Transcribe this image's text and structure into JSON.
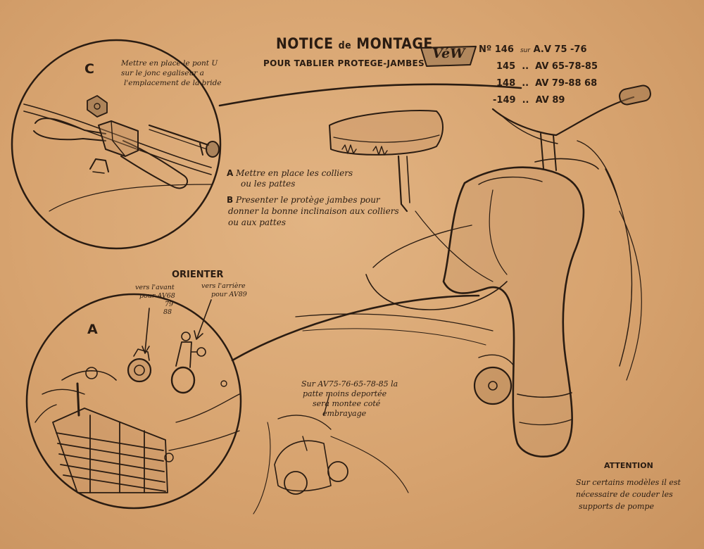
{
  "header": {
    "title_notice": "NOTICE",
    "title_de": "de",
    "title_montage": "MONTAGE",
    "subtitle": "POUR TABLIER PROTEGE-JAMBES",
    "brand_logo": "VéW",
    "ref_prefix": "Nº",
    "sur": "sur",
    "references": [
      {
        "num": "146",
        "dots": "",
        "models": "A.V 75 -76"
      },
      {
        "num": "145",
        "dots": "..",
        "models": "AV 65-78-85"
      },
      {
        "num": "148",
        "dots": "..",
        "models": "AV 79-88 68"
      },
      {
        "num": "-149",
        "dots": "..",
        "models": "AV 89"
      }
    ]
  },
  "detail_c": {
    "letter": "C",
    "note_lines": [
      "Mettre en place le pont U",
      "sur le jonc egaliseur a",
      "l'emplacement de la bride"
    ]
  },
  "steps": [
    {
      "letter": "A",
      "lines": [
        "Mettre en place les colliers",
        "ou les pattes"
      ]
    },
    {
      "letter": "B",
      "lines": [
        "Presenter le protège jambes pour",
        "donner la bonne inclinaison aux colliers",
        "ou aux pattes"
      ]
    }
  ],
  "orienter": {
    "title": "ORIENTER",
    "avant_lines": [
      "vers l'avant",
      "pour AV68",
      "79",
      "88"
    ],
    "arriere_lines": [
      "vers l'arrière",
      "pour AV89"
    ]
  },
  "detail_a": {
    "letter": "A"
  },
  "note_av75": {
    "lines": [
      "Sur AV75-76-65-78-85 la",
      "patte   moins deportée",
      "sera montee coté",
      "embrayage"
    ]
  },
  "attention": {
    "title": "ATTENTION",
    "lines": [
      "Sur certains modèles il est",
      "nécessaire de couder les",
      "supports de pompe"
    ]
  },
  "colors": {
    "paper": "#d8a571",
    "ink": "#2a1c12"
  }
}
